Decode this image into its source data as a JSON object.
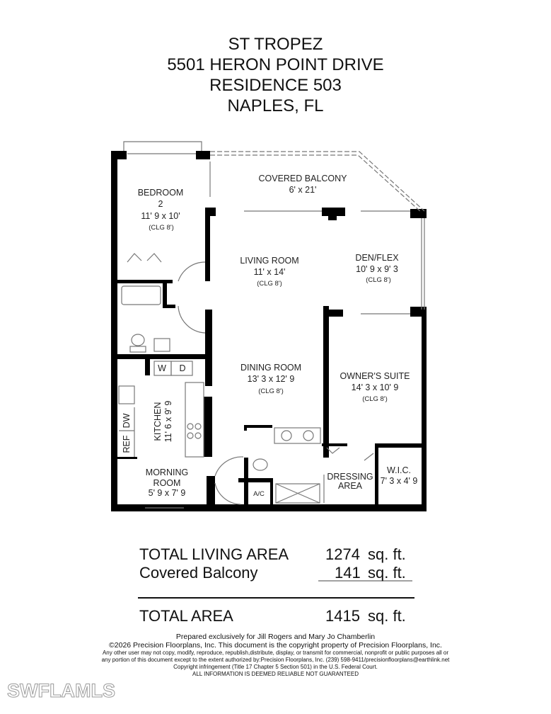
{
  "header": {
    "lines": [
      "ST TROPEZ",
      "5501 HERON POINT DRIVE",
      "RESIDENCE 503",
      "NAPLES, FL"
    ]
  },
  "rooms": {
    "bedroom2": {
      "name1": "BEDROOM",
      "name2": "2",
      "dims": "11' 9 x 10'",
      "clg": "(CLG 8')"
    },
    "balcony": {
      "name": "COVERED BALCONY",
      "dims": "6' x 21'"
    },
    "living": {
      "name": "LIVING ROOM",
      "dims": "11' x 14'",
      "clg": "(CLG 8')"
    },
    "den": {
      "name": "DEN/FLEX",
      "dims": "10' 9 x  9' 3",
      "clg": "(CLG 8')"
    },
    "dining": {
      "name": "DINING ROOM",
      "dims": "13' 3 x 12' 9",
      "clg": "(CLG 8')"
    },
    "owners": {
      "name": "OWNER'S SUITE",
      "dims": "14' 3 x 10' 9",
      "clg": "(CLG 8')"
    },
    "kitchen": {
      "name": "KITCHEN",
      "dims": "11' 6 x 9' 9"
    },
    "morning": {
      "name1": "MORNING",
      "name2": "ROOM",
      "dims": "5' 9 x 7' 9"
    },
    "dressing": {
      "name1": "DRESSING",
      "name2": "AREA"
    },
    "wic": {
      "name": "W.I.C.",
      "dims": "7' 3 x 4' 9"
    },
    "fixtures": {
      "washer": "W",
      "dryer": "D",
      "dishwasher": "DW",
      "fridge": "REF",
      "ac": "A/C"
    }
  },
  "totals": [
    {
      "label": "TOTAL LIVING AREA",
      "value": "1274",
      "unit": "sq. ft."
    },
    {
      "label": "Covered Balcony",
      "value": "141",
      "unit": "sq. ft."
    },
    {
      "label": "TOTAL AREA",
      "value": "1415",
      "unit": "sq. ft."
    }
  ],
  "footer": {
    "prepared": "Prepared exclusively for Jill Rogers and Mary Jo Chamberlin",
    "copyright": "©2026 Precision Floorplans, Inc.  This document is the copyright property of Precision Floorplans, Inc.",
    "notice1": "Any other user may not copy, modify, reproduce, republish,distribute, display, or transmit for commercial, nonprofit or public purposes all or",
    "notice2": "any portion of this document except to the extent authorized by:Precision Floorplans, Inc. (239) 598-9411/precisionfloorplans@earthlink.net",
    "notice3": "Copyright infringement (Title 17 Chapter 5 Section 501) in the U.S. Federal Court.",
    "disclaimer": "ALL INFORMATION IS DEEMED RELIABLE NOT GUARANTEED"
  },
  "watermark": "SWFLAMLS"
}
